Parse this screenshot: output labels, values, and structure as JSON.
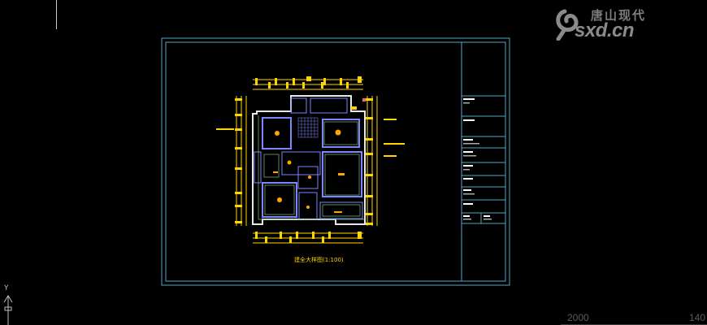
{
  "watermark": {
    "chinese_text": "唐山现代",
    "english_text": "sxd.cn"
  },
  "plan": {
    "title": "建全大样图(1:100)"
  },
  "ucs": {
    "axis_label": "Y"
  },
  "ruler": {
    "value_left": "2000",
    "value_right": "140"
  },
  "colors": {
    "background": "#000000",
    "sheet_frame": "#4fa8c8",
    "walls": "#7b86ff",
    "dimensions": "#ffd500",
    "watermark": "#808080"
  }
}
